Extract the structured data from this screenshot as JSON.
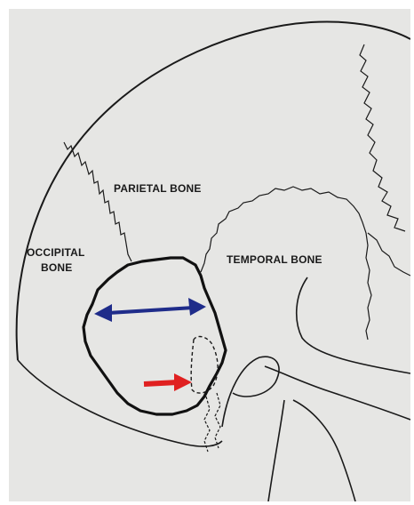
{
  "labels": {
    "parietal": "PARIETAL BONE",
    "occipital_line1": "OCCIPITAL",
    "occipital_line2": "BONE",
    "temporal": "TEMPORAL BONE"
  },
  "colors": {
    "background": "#e6e6e4",
    "line": "#1a1a1a",
    "double_arrow": "#1f2c8a",
    "pointer_arrow": "#e02020"
  }
}
